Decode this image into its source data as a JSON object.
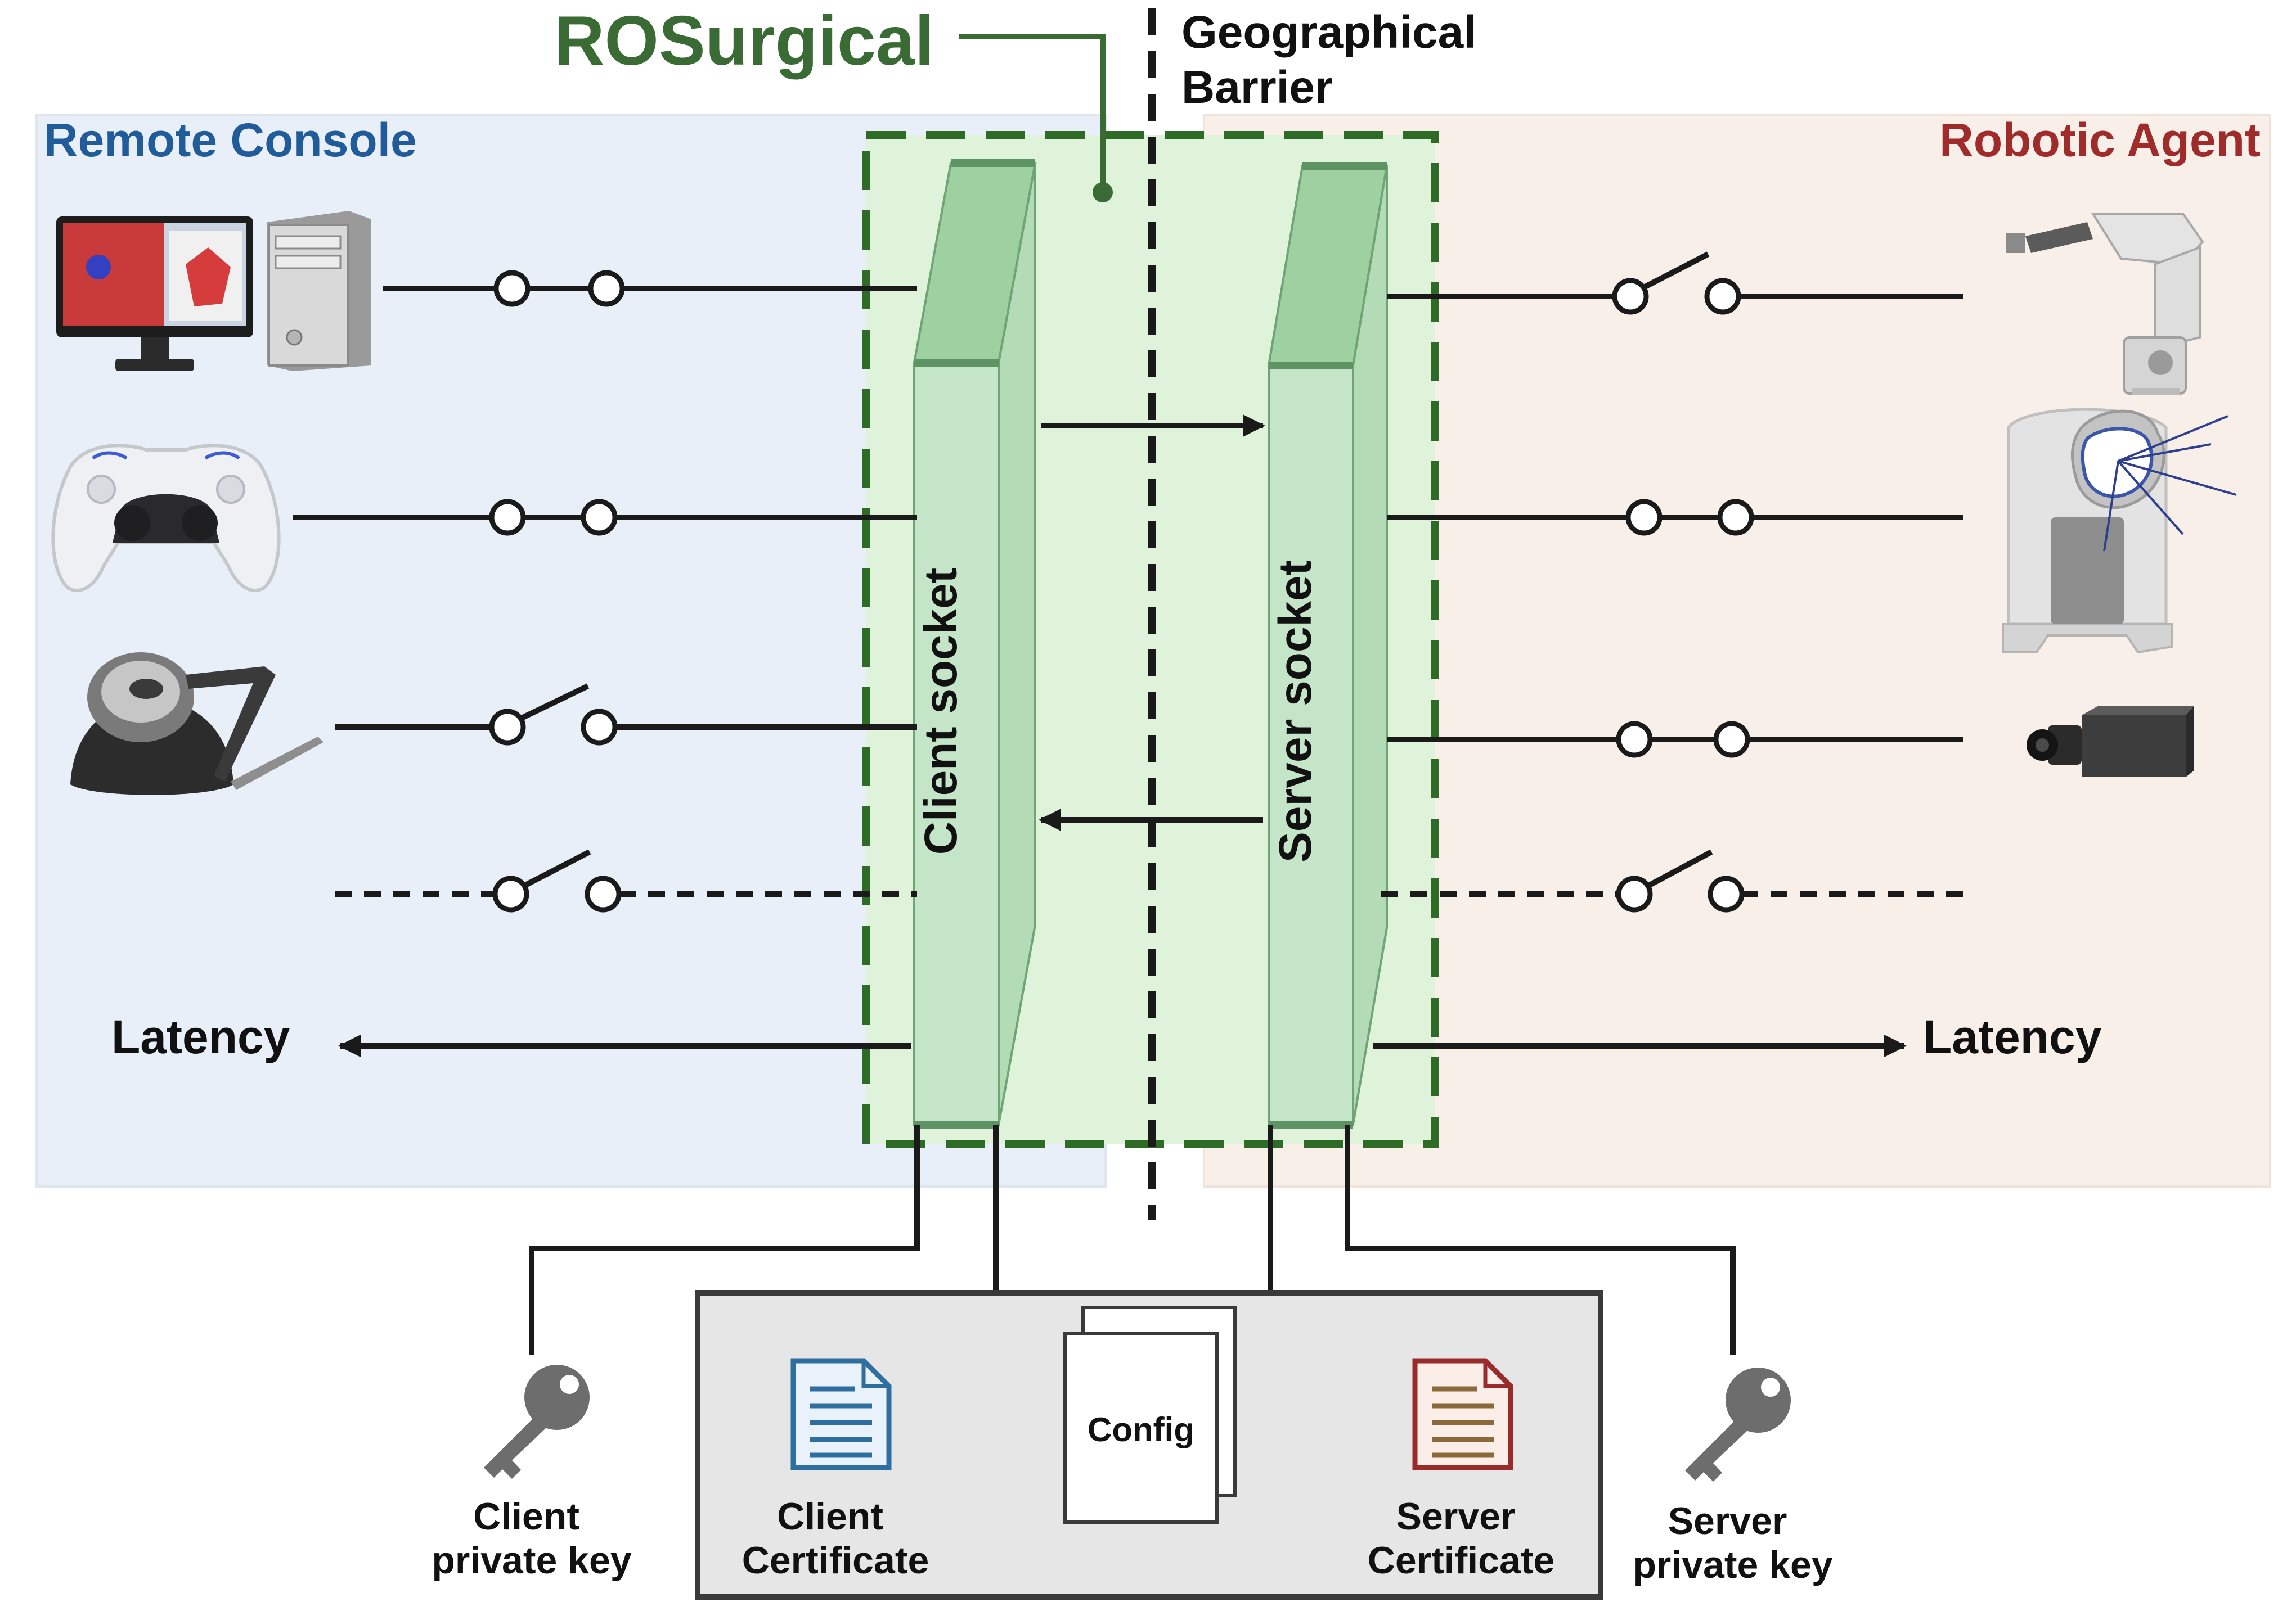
{
  "title": "ROSurgical",
  "barrier_label": [
    "Geographical",
    "Barrier"
  ],
  "remote_console": {
    "label": "Remote Console"
  },
  "robotic_agent": {
    "label": "Robotic Agent"
  },
  "client_socket": "Client socket",
  "server_socket": "Server socket",
  "latency_left": "Latency",
  "latency_right": "Latency",
  "config_label": "Config",
  "client_private_key": [
    "Client",
    "private key"
  ],
  "server_private_key": [
    "Server",
    "private key"
  ],
  "client_certificate": [
    "Client",
    "Certificate"
  ],
  "server_certificate": [
    "Server",
    "Certificate"
  ],
  "channels": {
    "left": [
      {
        "device": "workstation",
        "switch": "closed",
        "line": "solid"
      },
      {
        "device": "gamepad",
        "switch": "closed",
        "line": "solid"
      },
      {
        "device": "haptic-device",
        "switch": "open",
        "line": "solid"
      },
      {
        "device": "none",
        "switch": "open",
        "line": "dashed"
      }
    ],
    "right": [
      {
        "device": "robotic-arm",
        "switch": "open",
        "line": "solid"
      },
      {
        "device": "imaging-scanner",
        "switch": "closed",
        "line": "solid"
      },
      {
        "device": "camera",
        "switch": "closed",
        "line": "solid"
      },
      {
        "device": "none",
        "switch": "open",
        "line": "dashed"
      }
    ]
  },
  "colors": {
    "title_green": "#3a6b35",
    "remote_blue": "#1f5c99",
    "robotic_red": "#a02b2b",
    "left_bg": "#e9eff8",
    "right_bg": "#f9efe9",
    "zone_bg": "#dff3da",
    "zone_border": "#2e6b27",
    "socket_face": "#c5e5c8",
    "socket_top": "#9fd0a2",
    "client_cert": "#2f6f9f",
    "server_cert": "#9a2b2b"
  }
}
